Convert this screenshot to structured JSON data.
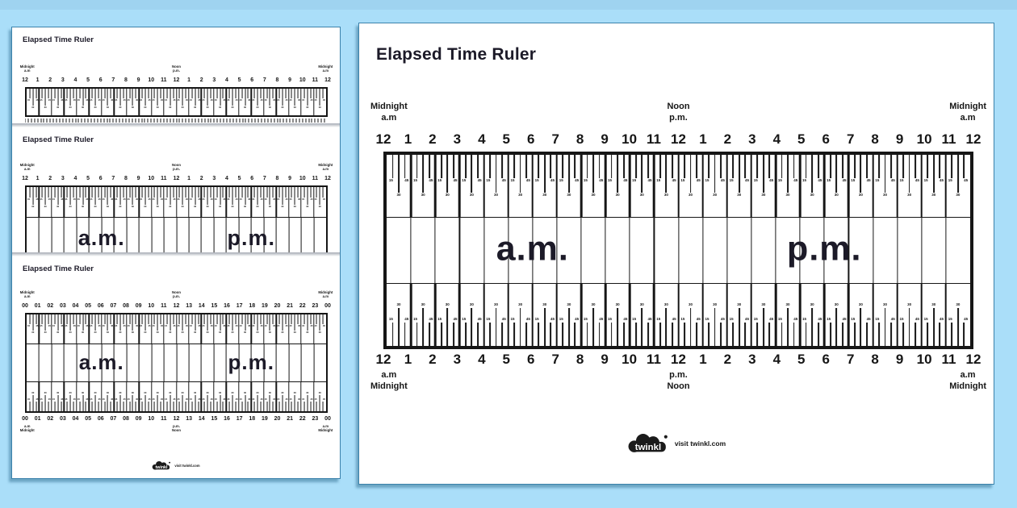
{
  "colors": {
    "background": "#aadef9",
    "top_bar": "#9fd3f0",
    "ink": "#161616",
    "card_border": "#3b82ab",
    "title": "#1c1a28"
  },
  "left_panel": {
    "pages": [
      {
        "title": "Elapsed Time Ruler",
        "ruler": {
          "numbers": [
            "12",
            "1",
            "2",
            "3",
            "4",
            "5",
            "6",
            "7",
            "8",
            "9",
            "10",
            "11",
            "12",
            "1",
            "2",
            "3",
            "4",
            "5",
            "6",
            "7",
            "8",
            "9",
            "10",
            "11",
            "12"
          ],
          "minute_marks": [
            "15",
            "30",
            "45"
          ],
          "top_labels": {
            "left_line1": "Midnight",
            "left_line2": "a.m",
            "center_line1": "Noon",
            "center_line2": "p.m.",
            "right_line1": "Midnight",
            "right_line2": "a.m"
          }
        }
      },
      {
        "title": "Elapsed Time Ruler",
        "ruler": {
          "numbers": [
            "12",
            "1",
            "2",
            "3",
            "4",
            "5",
            "6",
            "7",
            "8",
            "9",
            "10",
            "11",
            "12",
            "1",
            "2",
            "3",
            "4",
            "5",
            "6",
            "7",
            "8",
            "9",
            "10",
            "11",
            "12"
          ],
          "minute_marks": [
            "15",
            "30",
            "45"
          ],
          "am": "a.m.",
          "pm": "p.m.",
          "top_labels": {
            "left_line1": "Midnight",
            "left_line2": "a.m",
            "center_line1": "Noon",
            "center_line2": "p.m.",
            "right_line1": "Midnight",
            "right_line2": "a.m"
          }
        }
      },
      {
        "title": "Elapsed Time Ruler",
        "ruler": {
          "numbers": [
            "00",
            "01",
            "02",
            "03",
            "04",
            "05",
            "06",
            "07",
            "08",
            "09",
            "10",
            "11",
            "12",
            "13",
            "14",
            "15",
            "16",
            "17",
            "18",
            "19",
            "20",
            "21",
            "22",
            "23",
            "00"
          ],
          "minute_marks": [
            "15",
            "30",
            "45"
          ],
          "am": "a.m.",
          "pm": "p.m.",
          "top_labels": {
            "left_line1": "Midnight",
            "left_line2": "a.m",
            "center_line1": "Noon",
            "center_line2": "p.m.",
            "right_line1": "Midnight",
            "right_line2": "a.m"
          },
          "bottom_labels": {
            "left_line1": "a.m",
            "left_line2": "Midnight",
            "center_line1": "p.m.",
            "center_line2": "Noon",
            "right_line1": "a.m",
            "right_line2": "Midnight"
          }
        },
        "footer": {
          "logo": "twinkl",
          "visit": "visit twinkl.com"
        }
      }
    ]
  },
  "right_panel": {
    "title": "Elapsed Time Ruler",
    "ruler": {
      "numbers": [
        "12",
        "1",
        "2",
        "3",
        "4",
        "5",
        "6",
        "7",
        "8",
        "9",
        "10",
        "11",
        "12",
        "1",
        "2",
        "3",
        "4",
        "5",
        "6",
        "7",
        "8",
        "9",
        "10",
        "11",
        "12"
      ],
      "minute_marks": [
        "15",
        "30",
        "45"
      ],
      "am": "a.m.",
      "pm": "p.m.",
      "top_labels": {
        "left_line1": "Midnight",
        "left_line2": "a.m",
        "center_line1": "Noon",
        "center_line2": "p.m.",
        "right_line1": "Midnight",
        "right_line2": "a.m"
      },
      "bottom_labels": {
        "left_line1": "a.m",
        "left_line2": "Midnight",
        "center_line1": "p.m.",
        "center_line2": "Noon",
        "right_line1": "a.m",
        "right_line2": "Midnight"
      }
    },
    "footer": {
      "logo": "twinkl",
      "visit": "visit twinkl.com"
    }
  }
}
